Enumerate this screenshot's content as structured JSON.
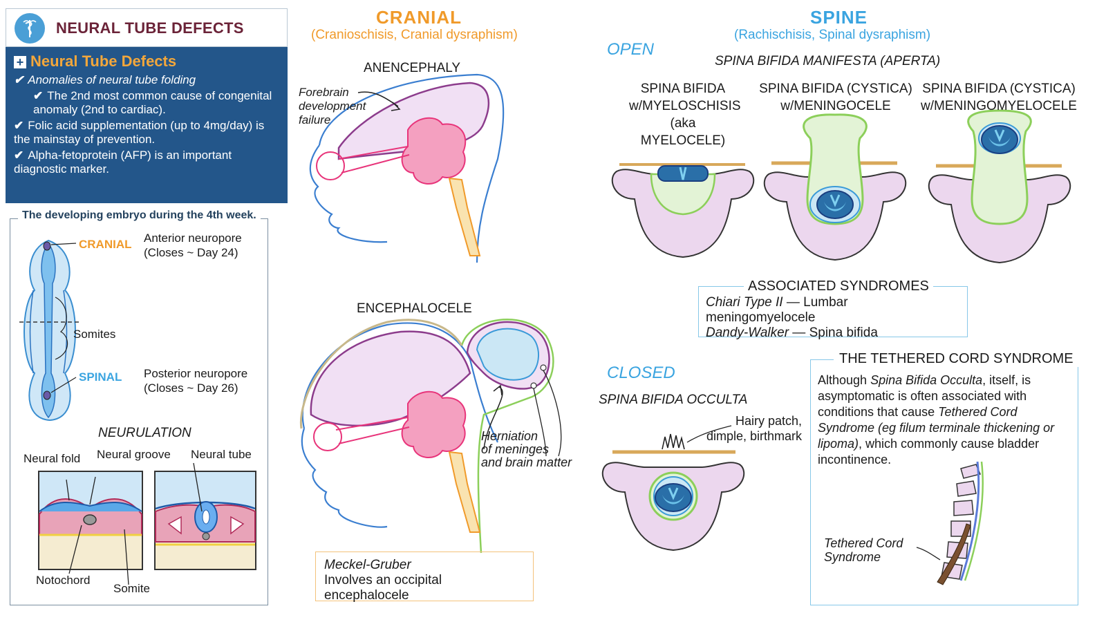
{
  "header": {
    "title": "NEURAL TUBE DEFECTS"
  },
  "info": {
    "heading": "Neural Tube Defects",
    "items": [
      "Anomalies of neural tube folding",
      "The 2nd most common cause of congenital anomaly (2nd to cardiac).",
      "Folic acid supplementation (up to 4mg/day) is the mainstay of prevention.",
      "Alpha-fetoprotein (AFP) is an important diagnostic marker."
    ]
  },
  "embryo": {
    "title": "The developing embryo during the 4th week.",
    "cranial_label": "CRANIAL",
    "spinal_label": "SPINAL",
    "anterior": [
      "Anterior neuropore",
      "(Closes ~ Day 24)"
    ],
    "posterior": [
      "Posterior neuropore",
      "(Closes ~ Day 26)"
    ],
    "somites": "Somites"
  },
  "neurulation": {
    "title": "NEURULATION",
    "neural_fold": "Neural fold",
    "neural_groove": "Neural groove",
    "neural_tube": "Neural tube",
    "notochord": "Notochord",
    "somite": "Somite"
  },
  "cranial": {
    "title": "CRANIAL",
    "subtitle": "(Cranioschisis, Cranial dysraphism)",
    "anencephaly": "ANENCEPHALY",
    "forebrain": [
      "Forebrain",
      "development",
      "failure"
    ],
    "encephalocele": "ENCEPHALOCELE",
    "herniation": [
      "Herniation",
      "of meninges",
      "and brain matter"
    ],
    "meckel_title": "Meckel-Gruber",
    "meckel_text": "Involves an occipital encephalocele"
  },
  "spine": {
    "title": "SPINE",
    "subtitle": "(Rachischisis, Spinal dysraphism)",
    "open": "OPEN",
    "manifesta": "SPINA BIFIDA MANIFESTA (APERTA)",
    "col1": [
      "SPINA BIFIDA",
      "w/MYELOSCHISIS",
      "(aka MYELOCELE)"
    ],
    "col2": [
      "SPINA BIFIDA (CYSTICA)",
      "w/MENINGOCELE"
    ],
    "col3": [
      "SPINA BIFIDA (CYSTICA)",
      "w/MENINGOMYELOCELE"
    ],
    "assoc_title": "ASSOCIATED SYNDROMES",
    "assoc_rows": [
      {
        "left": "Chiari Type II",
        "right": "Lumbar meningomyelocele"
      },
      {
        "left": "Dandy-Walker",
        "right": "Spina bifida"
      }
    ],
    "closed": "CLOSED",
    "occulta": "SPINA BIFIDA OCCULTA",
    "hairy": [
      "Hairy patch,",
      "dimple, birthmark"
    ],
    "tether_title": "THE TETHERED CORD SYNDROME",
    "tether_text_1": "Although ",
    "tether_text_2": "Spina Bifida Occulta",
    "tether_text_3": ", itself, is asymptomatic is often associated with conditions that cause ",
    "tether_text_4": "Tethered Cord Syndrome (eg filum terminale thickening or lipoma)",
    "tether_text_5": ", which commonly cause bladder incontinence.",
    "tether_label": [
      "Tethered Cord",
      "Syndrome"
    ]
  },
  "colors": {
    "navy": "#23568a",
    "orange": "#f09a2a",
    "blue": "#3aa4e0",
    "magenta": "#e8347a",
    "purple": "#8c3c8c",
    "lilac": "#ecd7ee",
    "green": "#8ccf5a",
    "tan": "#d8a85a"
  },
  "icons": [
    "caduceus-icon",
    "plus-icon",
    "check-icon"
  ]
}
